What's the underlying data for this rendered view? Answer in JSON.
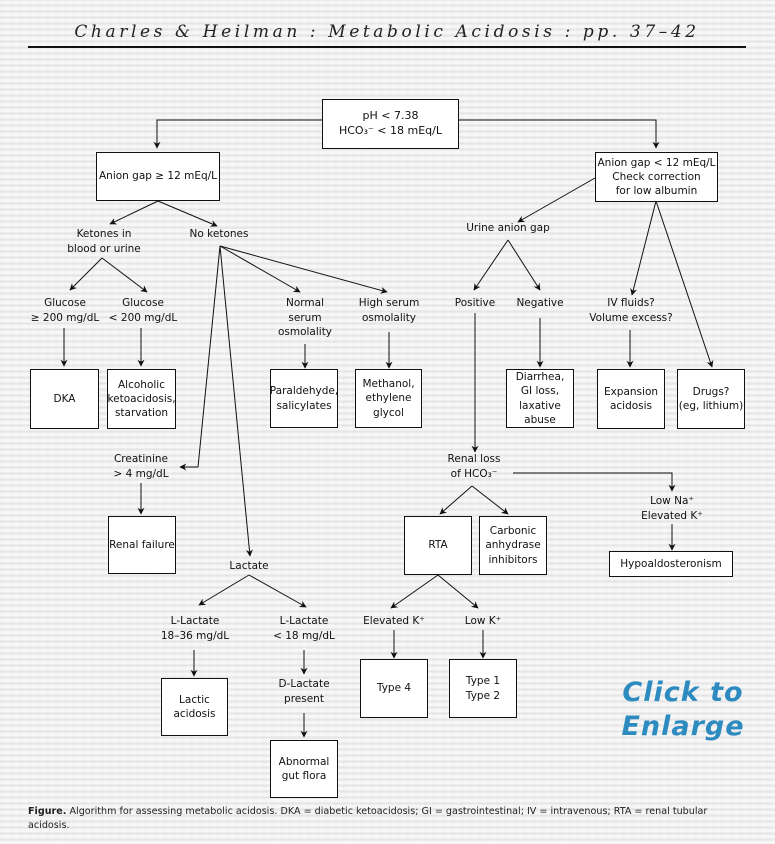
{
  "header": {
    "title": "Charles & Heilman : Metabolic Acidosis : pp. 37–42"
  },
  "nodes": {
    "root": "pH < 7.38\nHCO₃⁻ < 18 mEq/L",
    "ag_high": "Anion gap ≥ 12 mEq/L",
    "ag_low": "Anion gap < 12 mEq/L\nCheck correction\nfor low albumin",
    "ketones": "Ketones in\nblood or urine",
    "no_ketones": "No ketones",
    "glucose_high": "Glucose\n≥ 200 mg/dL",
    "glucose_low": "Glucose\n< 200 mg/dL",
    "dka": "DKA",
    "alcoholic": "Alcoholic\nketoacidosis,\nstarvation",
    "normal_osm": "Normal\nserum\nosmolality",
    "high_osm": "High serum\nosmolality",
    "paraldehyde": "Paraldehyde,\nsalicylates",
    "methanol": "Methanol,\nethylene\nglycol",
    "creatinine": "Creatinine\n> 4 mg/dL",
    "renal_failure": "Renal failure",
    "lactate": "Lactate",
    "l_lactate_high": "L-Lactate\n18–36 mg/dL",
    "l_lactate_low": "L-Lactate\n< 18 mg/dL",
    "lactic_acidosis": "Lactic\nacidosis",
    "d_lactate": "D-Lactate\npresent",
    "gut_flora": "Abnormal\ngut flora",
    "urine_ag": "Urine anion gap",
    "positive": "Positive",
    "negative": "Negative",
    "diarrhea": "Diarrhea,\nGI loss,\nlaxative\nabuse",
    "iv_fluids": "IV fluids?\nVolume excess?",
    "expansion": "Expansion\nacidosis",
    "drugs": "Drugs?\n(eg, lithium)",
    "renal_loss": "Renal loss\nof HCO₃⁻",
    "rta": "RTA",
    "carbonic": "Carbonic\nanhydrase\ninhibitors",
    "low_na": "Low Na⁺\nElevated K⁺",
    "hypoaldo": "Hypoaldosteronism",
    "elevated_k": "Elevated K⁺",
    "low_k": "Low K⁺",
    "type4": "Type 4",
    "type12": "Type 1\nType 2"
  },
  "enlarge_link": "Click to\nEnlarge",
  "caption": {
    "label": "Figure.",
    "text": " Algorithm for assessing metabolic acidosis. DKA = diabetic ketoacidosis; GI = gastrointestinal; IV = intravenous; RTA = renal tubular acidosis."
  }
}
